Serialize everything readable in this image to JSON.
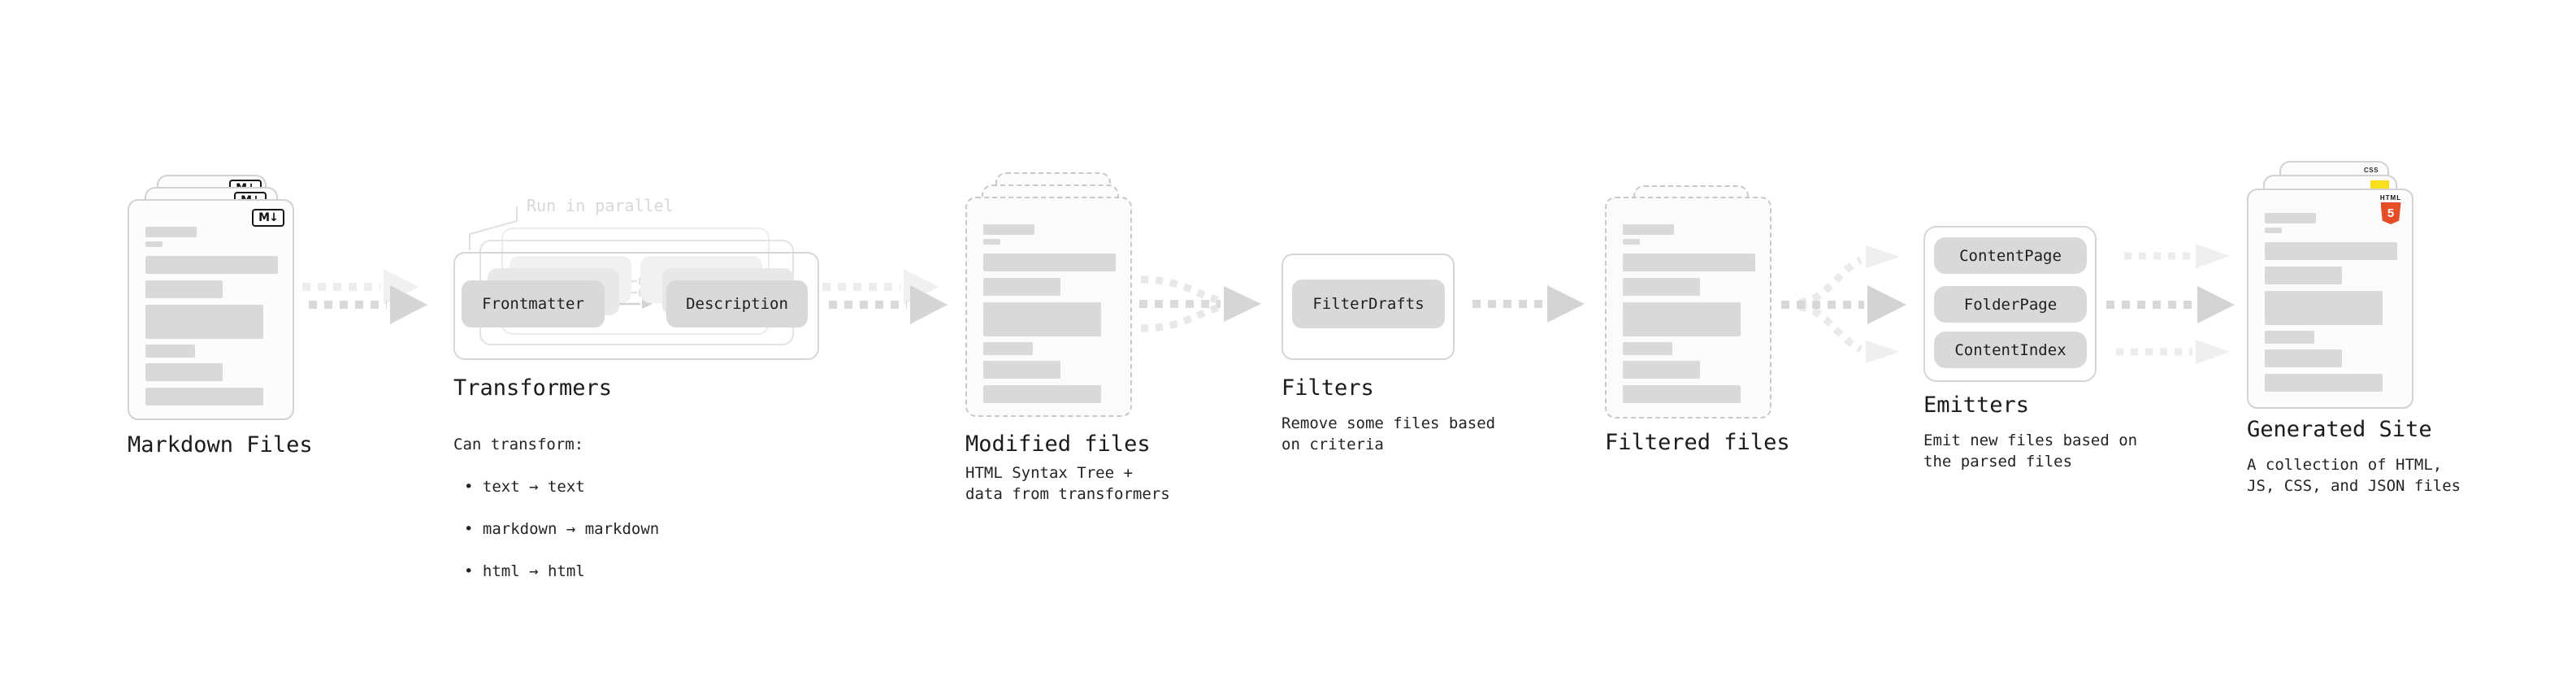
{
  "stages": {
    "markdown": {
      "title": "Markdown Files",
      "badge": "M↓"
    },
    "transformers": {
      "title": "Transformers",
      "annotation": "Run in parallel",
      "pill_from": "Frontmatter",
      "pill_to": "Description",
      "desc_heading": "Can transform:",
      "desc_items": [
        "• text → text",
        "• markdown → markdown",
        "• html → html"
      ]
    },
    "modified": {
      "title": "Modified files",
      "subtitle": "HTML Syntax Tree +\ndata from transformers"
    },
    "filters": {
      "title": "Filters",
      "subtitle": "Remove some files based\non criteria",
      "pill": "FilterDrafts"
    },
    "filtered": {
      "title": "Filtered files"
    },
    "emitters": {
      "title": "Emitters",
      "subtitle": "Emit new files based on\nthe parsed files",
      "pills": [
        "ContentPage",
        "FolderPage",
        "ContentIndex"
      ]
    },
    "generated": {
      "title": "Generated Site",
      "subtitle": "A collection of HTML,\nJS, CSS, and JSON files",
      "badge_css": "CSS",
      "badge_html_label": "HTML",
      "badge_html_number": "5"
    }
  },
  "colors": {
    "html5_orange": "#e44d26",
    "js_yellow": "#f7df1e",
    "css_blue": "#2b5ce5",
    "text": "#1c1c1c",
    "annotation_gray": "#d8d8d8",
    "bar_gray": "#d9d9d9",
    "arrow_gray": "#d9d9d9",
    "arrow_light": "#ececec"
  }
}
